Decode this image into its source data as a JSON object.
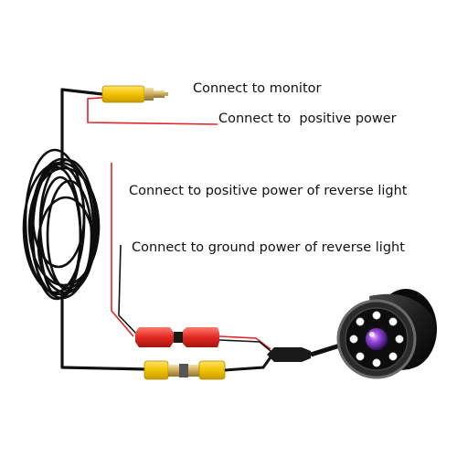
{
  "labels": {
    "monitor": "Connect to monitor",
    "positive_power": "Connect to  positive power",
    "reverse_positive": "Connect to positive power of reverse light",
    "reverse_ground": "Connect to ground power of reverse light"
  },
  "colors": {
    "cable": "#111111",
    "red_wire": "#e0242a",
    "rca_yellow": "#f2c300",
    "rca_metal": "#c9a85a",
    "plug_red": "#e32a24",
    "camera_body": "#1a1a1a",
    "led": "#ffffff",
    "lens": "#7a3cc8"
  }
}
